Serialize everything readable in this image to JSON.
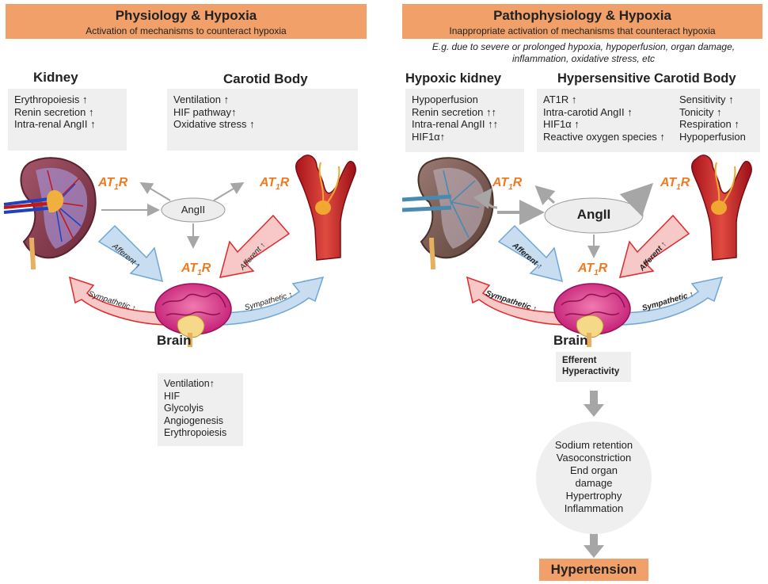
{
  "left": {
    "title": "Physiology & Hypoxia",
    "subtitle": "Activation of mechanisms to counteract hypoxia",
    "kidney_label": "Kidney",
    "carotid_label": "Carotid Body",
    "kidney_effects": [
      "Erythropoiesis ↑",
      "Renin secretion ↑",
      "Intra-renal AngII ↑"
    ],
    "carotid_effects": [
      "Ventilation ↑",
      "HIF pathway↑",
      "Oxidative stress ↑"
    ],
    "angii": "AngII",
    "afferent_left": "Afferent ↑",
    "afferent_right": "Afferent ↑",
    "sympathetic_left": "Sympathetic ↑",
    "sympathetic_right": "Sympathetic ↑",
    "brain_label": "Brain",
    "brain_effects": [
      "Ventilation↑",
      "HIF",
      "Glycolyis",
      "Angiogenesis",
      "Erythropoiesis"
    ]
  },
  "right": {
    "title": "Pathophysiology & Hypoxia",
    "subtitle": "Inappropriate activation of mechanisms that counteract hypoxia",
    "note": [
      "E.g. due to severe or prolonged hypoxia, hypoperfusion, organ damage,",
      "inflammation, oxidative stress, etc"
    ],
    "kidney_label": "Hypoxic kidney",
    "carotid_label": "Hypersensitive Carotid Body",
    "kidney_effects": [
      "Hypoperfusion",
      "Renin secretion ↑↑",
      "Intra-renal AngII ↑↑",
      "HIF1α↑"
    ],
    "carotid_effects_a": [
      "AT1R ↑",
      "Intra-carotid AngII ↑",
      "HIF1α ↑",
      "Reactive oxygen species ↑"
    ],
    "carotid_effects_b": [
      "Sensitivity ↑",
      "Tonicity ↑",
      "Respiration ↑",
      "Hypoperfusion"
    ],
    "angii": "AngII",
    "afferent_left": "Afferent ↑",
    "afferent_right": "Afferent ↑",
    "sympathetic_left": "Sympathetic ↑",
    "sympathetic_right": "Sympathetic ↑",
    "brain_label": "Brain",
    "efferent": [
      "Efferent",
      "Hyperactivity"
    ],
    "outcomes": [
      "Sodium retention",
      "Vasoconstriction",
      "End organ",
      "damage",
      "Hypertrophy",
      "Inflammation"
    ],
    "hypertension": "Hypertension"
  },
  "at1r": {
    "main": "AT",
    "sub": "1",
    "tail": "R"
  },
  "colors": {
    "header": "#f0a068",
    "box": "#efefef",
    "at1r": "#f07a20",
    "afferent": "#bcd7ef",
    "sympathetic": "#f6c6c6",
    "arrow": "#a6a6a6"
  }
}
